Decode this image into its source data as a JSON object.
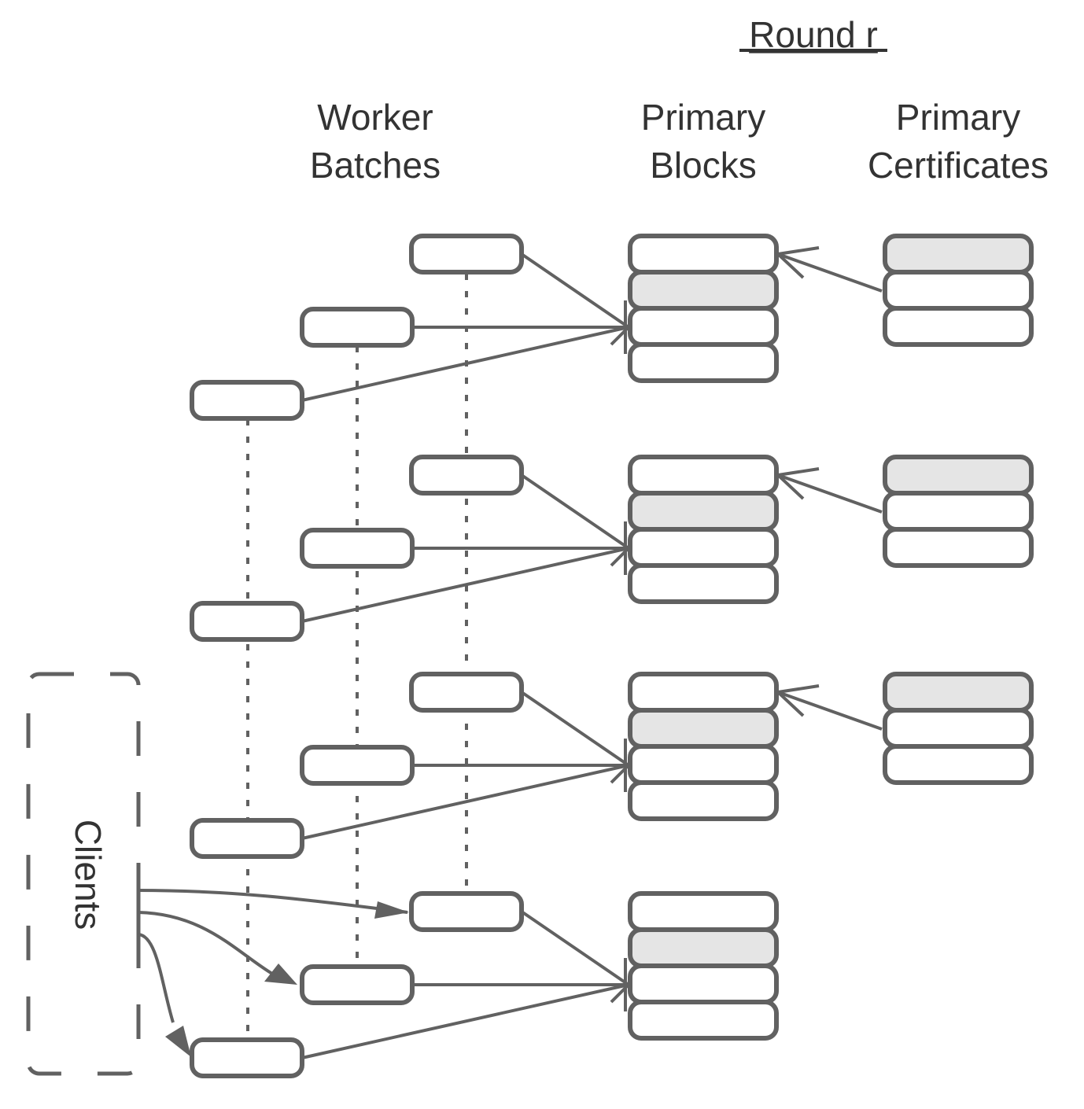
{
  "title": "Round r",
  "columns": {
    "worker": [
      "Worker",
      "Batches"
    ],
    "blocks": [
      "Primary",
      "Blocks"
    ],
    "certs": [
      "Primary",
      "Certificates"
    ]
  },
  "clients_label": "Clients",
  "colors": {
    "stroke": "#616161",
    "shaded_fill": "#e5e5e5",
    "text": "#333333"
  },
  "groups": [
    {
      "blocks_shaded": [
        1
      ],
      "certs": true,
      "certs_shaded": [
        0
      ]
    },
    {
      "blocks_shaded": [
        1
      ],
      "certs": true,
      "certs_shaded": [
        0
      ]
    },
    {
      "blocks_shaded": [
        1
      ],
      "certs": true,
      "certs_shaded": [
        0
      ]
    },
    {
      "blocks_shaded": [
        1
      ],
      "certs": false,
      "certs_shaded": []
    }
  ],
  "workers_per_group": 3,
  "blocks_per_stack": 4,
  "certs_per_stack": 3
}
